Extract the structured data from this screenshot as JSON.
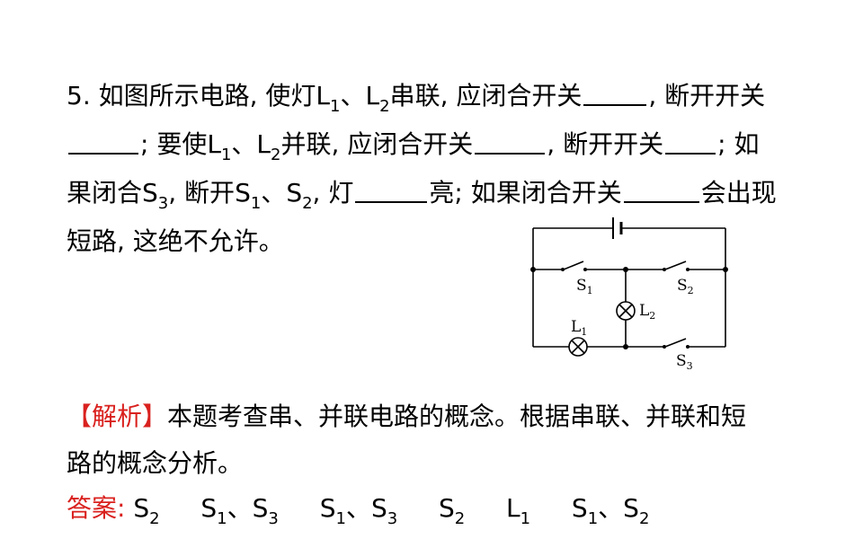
{
  "question": {
    "l1_a": "5. 如图所示电路, 使灯",
    "L": "L",
    "sub1": "1",
    "sub2": "2",
    "sub3": "3",
    "S": "S",
    "dun": "、",
    "l1_b": "串联, 应闭合开关",
    "l1_c": ", 断开开关",
    "l2_a": "; 要使",
    "l2_b": "并联, 应闭合开关",
    "l2_c": ", 断开开关",
    "l2_d": "; 如",
    "l3_a": "果闭合",
    "l3_b": ", 断开",
    "l3_c": ", 灯",
    "l3_d": "亮; 如果闭合开关",
    "l3_e": "会出现",
    "l4": "短路, 这绝不允许。"
  },
  "circuit": {
    "labels": {
      "s1": "S",
      "s1_sub": "1",
      "s2": "S",
      "s2_sub": "2",
      "s3": "S",
      "s3_sub": "3",
      "l1": "L",
      "l1_sub": "1",
      "l2": "L",
      "l2_sub": "2"
    }
  },
  "analysis": {
    "tag": "【解析】",
    "line1": "本题考查串、并联电路的概念。根据串联、并联和短",
    "line2": "路的概念分析。"
  },
  "answer": {
    "label": "答案:",
    "S": "S",
    "L": "L",
    "dun": "、",
    "n1": "1",
    "n2": "2",
    "n3": "3"
  },
  "colors": {
    "accent": "#d9211e",
    "text": "#000000"
  }
}
